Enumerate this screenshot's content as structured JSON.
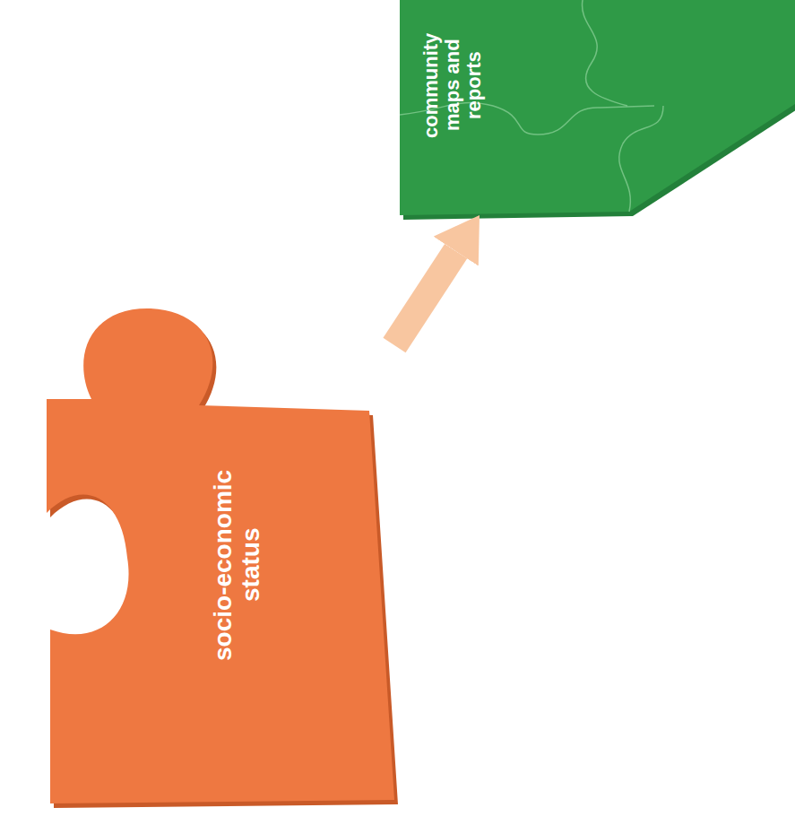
{
  "diagram": {
    "nodes": [
      {
        "text": [
          "socio-economic status"
        ]
      },
      {
        "text": [
          "community maps and reports"
        ]
      }
    ],
    "edges": [
      {
        "from": 0,
        "to": 1,
        "arrow": "to"
      }
    ]
  }
}
